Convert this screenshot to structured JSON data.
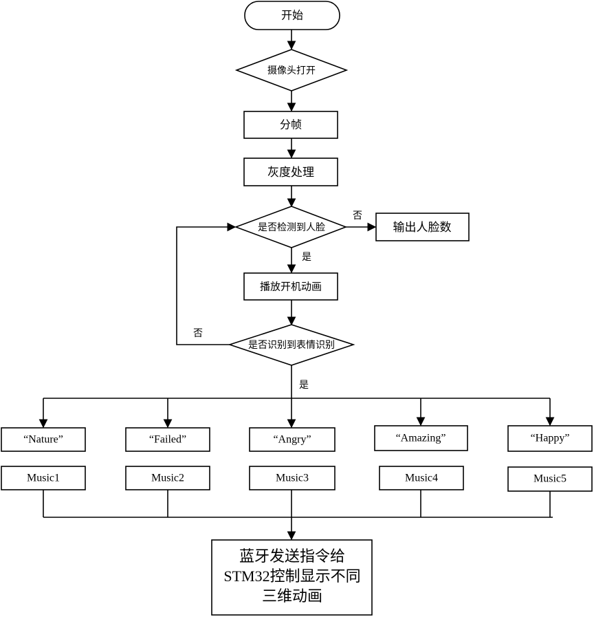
{
  "nodes": {
    "start": "开始",
    "camera": "摄像头打开",
    "frames": "分帧",
    "gray": "灰度处理",
    "face_check": "是否检测到人脸",
    "output_face": "输出人脸数",
    "boot_anim": "播放开机动画",
    "expr_check": "是否识别到表情识别",
    "final_line1": "蓝牙发送指令给",
    "final_line2": "STM32控制显示不同",
    "final_line3": "三维动画"
  },
  "branches": [
    {
      "emotion": "“Nature”",
      "music": "Music1"
    },
    {
      "emotion": "“Failed”",
      "music": "Music2"
    },
    {
      "emotion": "“Angry”",
      "music": "Music3"
    },
    {
      "emotion": "“Amazing”",
      "music": "Music4"
    },
    {
      "emotion": "“Happy”",
      "music": "Music5"
    }
  ],
  "edges": {
    "face_no": "否",
    "face_yes": "是",
    "expr_no": "否",
    "expr_yes": "是"
  }
}
